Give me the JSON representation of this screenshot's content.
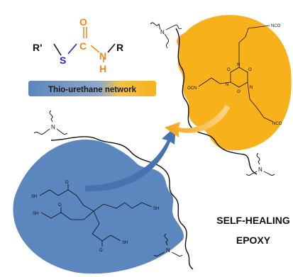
{
  "formula": {
    "r_prime": "R'",
    "s": "S",
    "c": "C",
    "o": "O",
    "n": "N",
    "h": "H",
    "r": "R"
  },
  "banner": {
    "label": "Thio-urethane network"
  },
  "orange_molecule": {
    "nco_top": "NCO",
    "ocn_left": "OCN",
    "nco_bottom": "NCO",
    "ring_o": "O",
    "ring_n": "N"
  },
  "blue_molecule": {
    "sh_1": "SH",
    "sh_2": "SH",
    "sh_3": "SH",
    "sh_4": "SH",
    "o": "O"
  },
  "amine": {
    "n": "N"
  },
  "caption": {
    "line1": "SELF-HEALING",
    "line2": "EPOXY"
  },
  "colors": {
    "orange": "#F7B11B",
    "blue": "#5B86BE",
    "sulfur": "#2222CC",
    "carbonyl": "#F08A1C",
    "banner_start": "#5B86BE",
    "banner_end": "#F7B11B"
  }
}
